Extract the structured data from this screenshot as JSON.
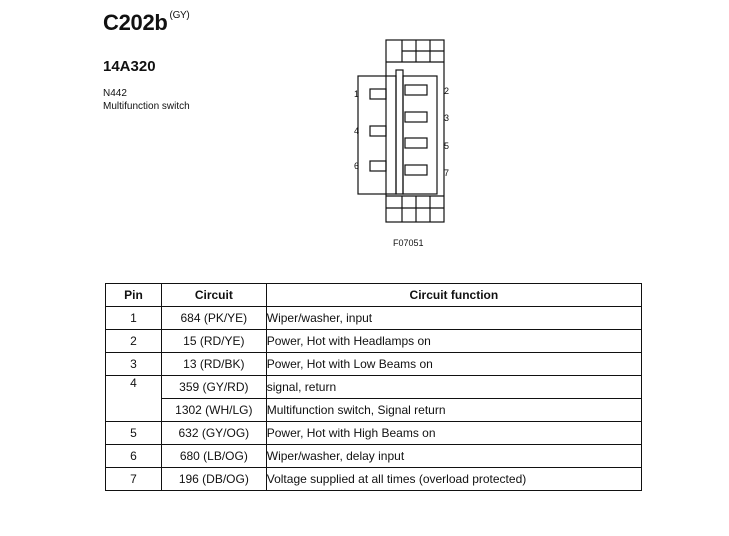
{
  "header": {
    "connector": "C202b",
    "color": "(GY)",
    "part_number": "14A320",
    "code": "N442",
    "description": "Multifunction switch"
  },
  "diagram": {
    "figure_label": "F07051",
    "pins_left": [
      "1",
      "4",
      "6"
    ],
    "pins_right": [
      "2",
      "3",
      "5",
      "7"
    ]
  },
  "table": {
    "headers": [
      "Pin",
      "Circuit",
      "Circuit function"
    ],
    "rows": [
      {
        "pin": "1",
        "circuit": "684 (PK/YE)",
        "function": "Wiper/washer, input"
      },
      {
        "pin": "2",
        "circuit": "15 (RD/YE)",
        "function": "Power, Hot with Headlamps on"
      },
      {
        "pin": "3",
        "circuit": "13 (RD/BK)",
        "function": "Power, Hot with Low Beams on"
      },
      {
        "pin": "4",
        "circuit": "359 (GY/RD)",
        "function": "signal, return"
      },
      {
        "pin": "",
        "circuit": "1302 (WH/LG)",
        "function": "Multifunction switch, Signal return"
      },
      {
        "pin": "5",
        "circuit": "632 (GY/OG)",
        "function": "Power, Hot with High Beams on"
      },
      {
        "pin": "6",
        "circuit": "680 (LB/OG)",
        "function": "Wiper/washer, delay input"
      },
      {
        "pin": "7",
        "circuit": "196 (DB/OG)",
        "function": "Voltage supplied at all times (overload protected)"
      }
    ]
  }
}
